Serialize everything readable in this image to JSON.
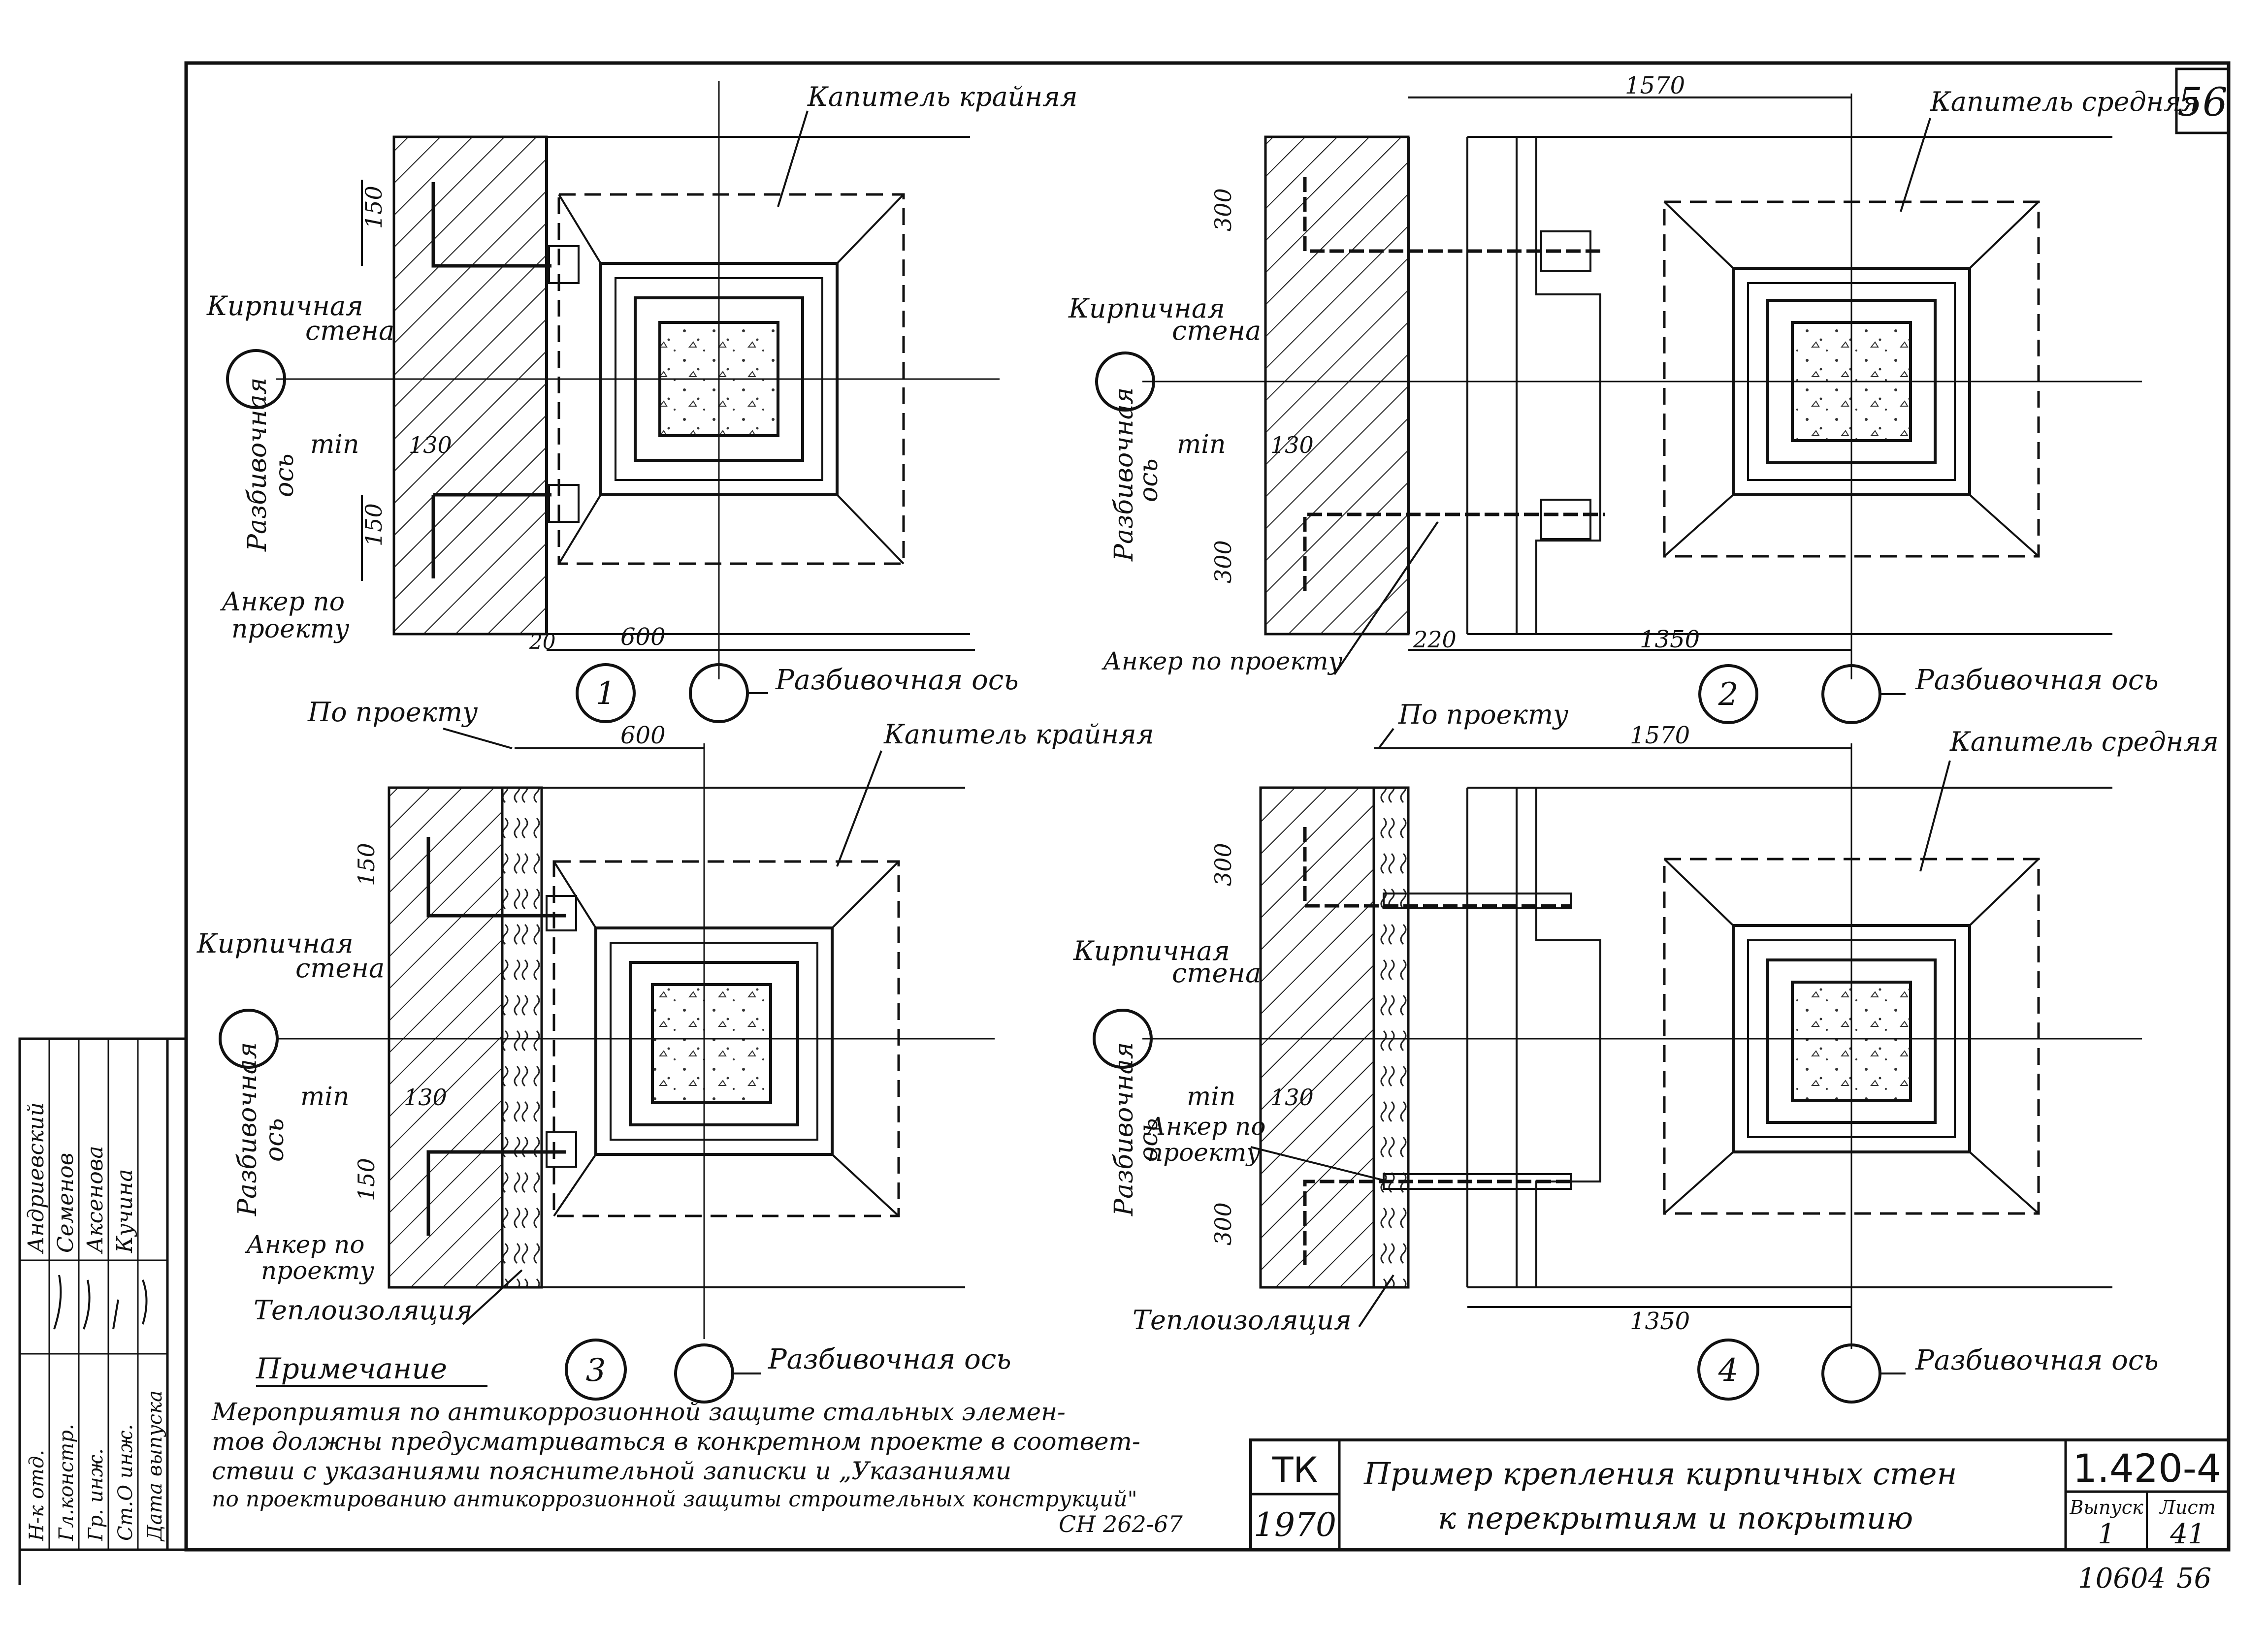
{
  "sheet": {
    "number_top": "56",
    "bottom_number": "10604",
    "bottom_page": "56"
  },
  "labels": {
    "capital_edge": "Капитель крайняя",
    "capital_middle": "Капитель средняя",
    "brick_wall_line1": "Кирпичная",
    "brick_wall_line2": "стена",
    "axis_vertical_line1": "Разбивочная",
    "axis_vertical_line2": "ось",
    "axis_label": "Разбивочная ось",
    "anchor_line1": "Анкер по",
    "anchor_line2": "проекту",
    "anchor_inline": "Анкер по проекту",
    "min": "min",
    "by_project": "По проекту",
    "insulation": "Теплоизоляция"
  },
  "dimensions": {
    "d150": "150",
    "d130": "130",
    "d20": "20",
    "d600": "600",
    "d300": "300",
    "d1570": "1570",
    "d220": "220",
    "d1350": "1350"
  },
  "details": [
    "1",
    "2",
    "3",
    "4"
  ],
  "note": {
    "heading": "Примечание",
    "line1": "Мероприятия по антикоррозионной защите стальных элемен-",
    "line2": "тов должны предусматриваться в конкретном проекте в соответ-",
    "line3": "ствии с указаниями пояснительной записки и „Указаниями",
    "line4": "по проектированию антикоррозионной защиты строительных конструкций\"",
    "line5": "СН 262-67"
  },
  "title_block": {
    "code_top": "ТК",
    "year": "1970",
    "title_line1": "Пример крепления кирпичных стен",
    "title_line2": "к перекрытиям и покрытию",
    "series": "1.420-4",
    "issue_label": "Выпуск",
    "issue": "1",
    "sheet_label": "Лист",
    "sheet": "41"
  },
  "stamp": {
    "roles": [
      "Н-к отд.",
      "Гл.констр.",
      "Гр. инж.",
      "Ст.О инж.",
      "Дата выпуска"
    ],
    "names": [
      "Андриевский",
      "Семенов",
      "Аксенова",
      "Кучина"
    ]
  }
}
